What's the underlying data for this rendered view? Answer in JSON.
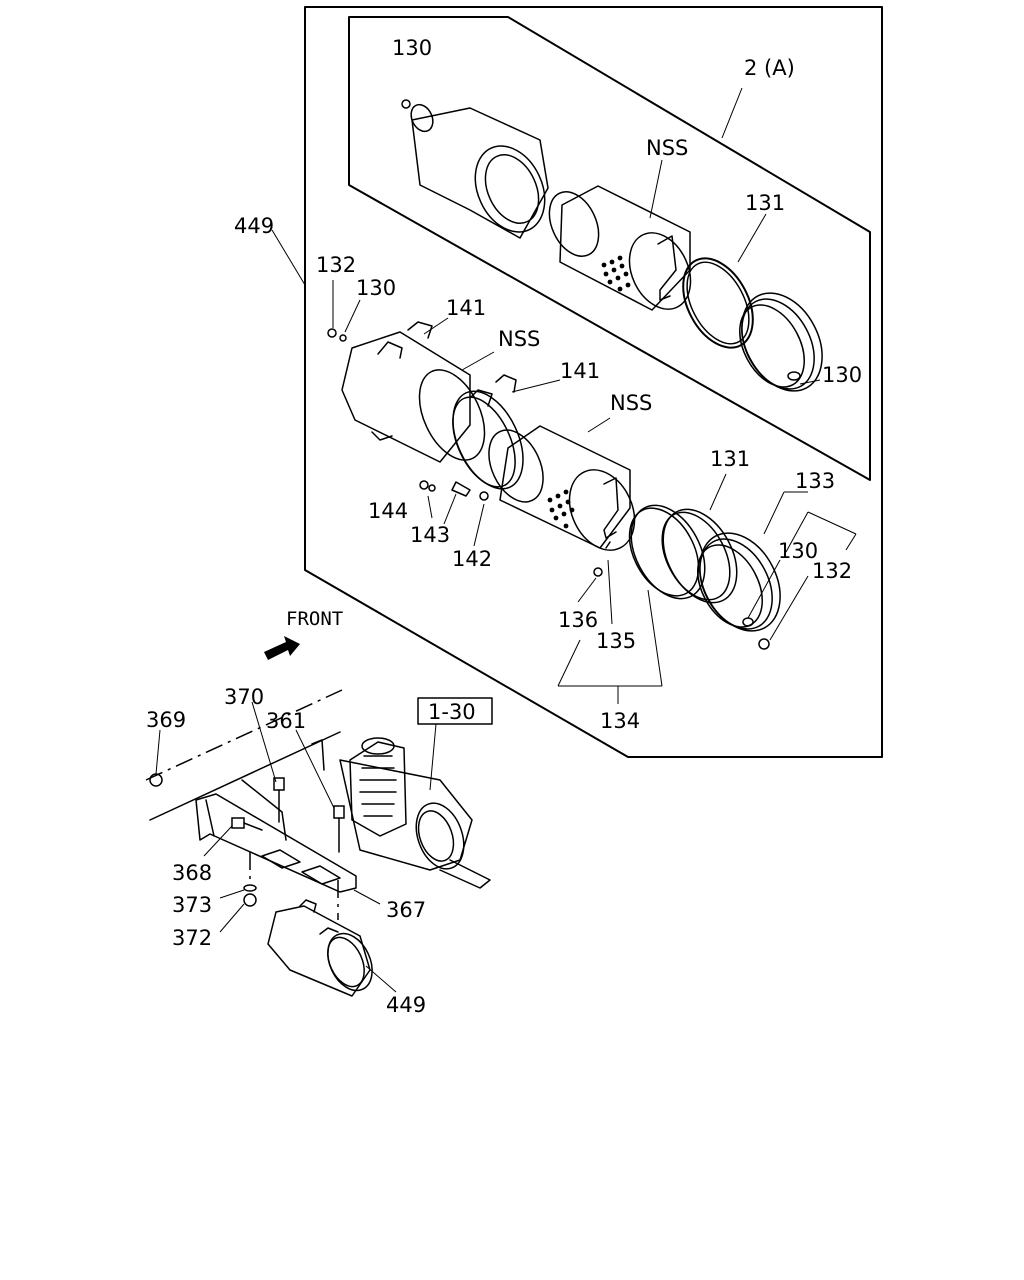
{
  "labels": {
    "top_130": "130",
    "ref_2a": "2 (A)",
    "nss_top": "NSS",
    "top_131": "131",
    "outer_449": "449",
    "left_132": "132",
    "left_130": "130",
    "upper_141": "141",
    "mid_nss": "NSS",
    "lower_141": "141",
    "low_nss": "NSS",
    "right_130": "130",
    "low_131": "131",
    "low_133": "133",
    "low_130": "130",
    "low_132": "132",
    "l144": "144",
    "l143": "143",
    "l142": "142",
    "l136": "136",
    "l135": "135",
    "l134": "134",
    "front": "FRONT",
    "ref_1_30": "1-30",
    "l370": "370",
    "l369": "369",
    "l361": "361",
    "l368": "368",
    "l373": "373",
    "l372": "372",
    "l367": "367",
    "bottom_449": "449"
  },
  "icons": {
    "front_arrow": "front-arrow-icon"
  }
}
